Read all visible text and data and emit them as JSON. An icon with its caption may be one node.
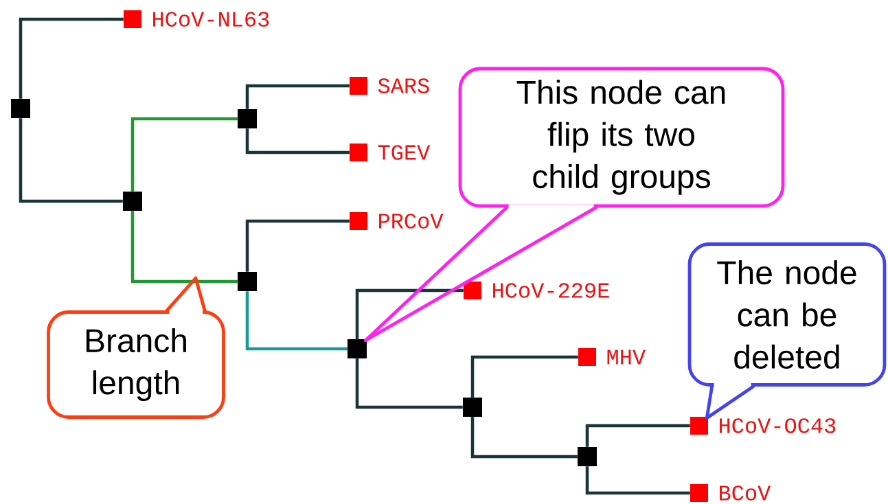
{
  "diagram": {
    "nodes": [
      {
        "text": [],
        "shape": "box"
      },
      {
        "text": [],
        "shape": "box",
        "beside": [
          "HCoV-NL63"
        ]
      },
      {
        "text": [],
        "shape": "box"
      },
      {
        "text": [],
        "shape": "box"
      },
      {
        "text": [],
        "shape": "box",
        "beside": [
          "SARS"
        ]
      },
      {
        "text": [],
        "shape": "box",
        "beside": [
          "TGEV"
        ]
      },
      {
        "text": [],
        "shape": "box"
      },
      {
        "text": [],
        "shape": "box",
        "beside": [
          "PRCoV"
        ]
      },
      {
        "text": [],
        "shape": "box"
      },
      {
        "text": [],
        "shape": "box",
        "beside": [
          "HCoV-229E"
        ]
      },
      {
        "text": [],
        "shape": "box"
      },
      {
        "text": [],
        "shape": "box",
        "beside": [
          "MHV"
        ]
      },
      {
        "text": [],
        "shape": "box"
      },
      {
        "text": [],
        "shape": "box",
        "beside": [
          "HCoV-OC43"
        ]
      },
      {
        "text": [],
        "shape": "box",
        "beside": [
          "BCoV"
        ]
      },
      {
        "text": [
          "This node can flip its two child groups"
        ]
      },
      {
        "text": [
          "The node can be deleted"
        ]
      },
      {
        "text": [
          "Branch length"
        ]
      }
    ],
    "edges": [
      {
        "from": 0,
        "to": 1,
        "arrow": "none"
      },
      {
        "from": 0,
        "to": 2,
        "arrow": "none"
      },
      {
        "from": 2,
        "to": 3,
        "arrow": "none",
        "color": "#229933"
      },
      {
        "from": 3,
        "to": 4,
        "arrow": "none"
      },
      {
        "from": 3,
        "to": 5,
        "arrow": "none"
      },
      {
        "from": 2,
        "to": 6,
        "arrow": "none",
        "color": "#229933"
      },
      {
        "from": 6,
        "to": 7,
        "arrow": "none"
      },
      {
        "from": 6,
        "to": 8,
        "arrow": "none",
        "color": "#1a9a9a"
      },
      {
        "from": 8,
        "to": 9,
        "arrow": "none"
      },
      {
        "from": 8,
        "to": 10,
        "arrow": "none"
      },
      {
        "from": 10,
        "to": 11,
        "arrow": "none"
      },
      {
        "from": 10,
        "to": 12,
        "arrow": "none"
      },
      {
        "from": 12,
        "to": 13,
        "arrow": "none"
      },
      {
        "from": 12,
        "to": 14,
        "arrow": "none"
      },
      {
        "from": 15,
        "to": 8,
        "arrow": "none",
        "color": "#ff22ee"
      },
      {
        "from": 16,
        "to": 13,
        "arrow": "none",
        "color": "#4444ee"
      },
      {
        "from": 17,
        "to": null,
        "arrow": "none",
        "color": "#ff3d10"
      }
    ]
  }
}
